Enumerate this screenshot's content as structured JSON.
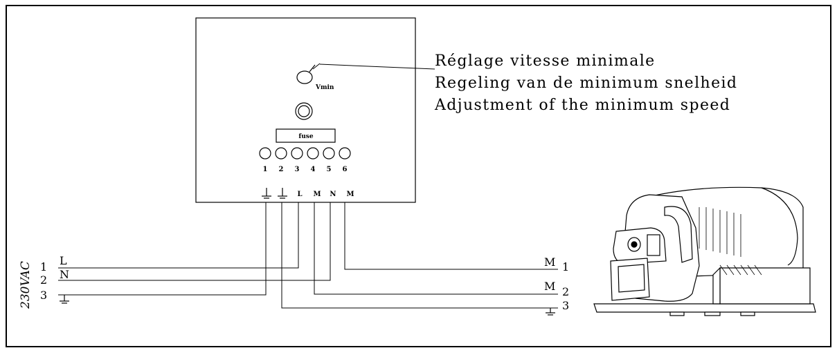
{
  "callout": {
    "line_fr": "Réglage vitesse minimale",
    "line_nl": "Regeling van de minimum snelheid",
    "line_en": "Adjustment of the minimum speed"
  },
  "controller": {
    "vmin_label": "Vmin",
    "fuse_label": "fuse",
    "terminal_numbers": [
      "1",
      "2",
      "3",
      "4",
      "5",
      "6"
    ],
    "terminal_letters": [
      "L",
      "M",
      "N",
      "M"
    ]
  },
  "supply": {
    "voltage_label": "230VAC",
    "line_numbers": [
      "1",
      "2",
      "3"
    ],
    "line_letters": [
      "L",
      "N"
    ]
  },
  "motor": {
    "line_letters": [
      "M",
      "M"
    ],
    "line_numbers": [
      "1",
      "2",
      "3"
    ]
  },
  "icons": [
    "ground-icon",
    "knob-icon",
    "fan-motor-icon"
  ]
}
